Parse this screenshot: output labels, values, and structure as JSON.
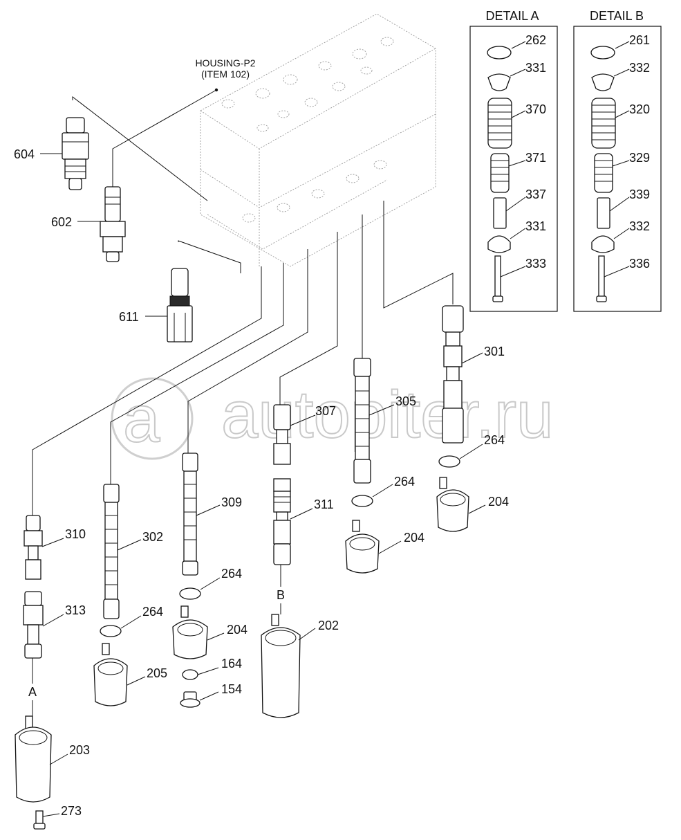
{
  "housing": {
    "line1": "HOUSING-P2",
    "line2": "(ITEM 102)"
  },
  "watermark": {
    "text": "autopiter.ru",
    "mark": "a"
  },
  "detail_a": {
    "title": "DETAIL A",
    "items": [
      "262",
      "331",
      "370",
      "371",
      "337",
      "331",
      "333"
    ]
  },
  "detail_b": {
    "title": "DETAIL B",
    "items": [
      "261",
      "332",
      "320",
      "329",
      "339",
      "332",
      "336"
    ]
  },
  "callouts": {
    "p604": "604",
    "p602": "602",
    "p611": "611",
    "p301": "301",
    "p305": "305",
    "p307": "307",
    "p309": "309",
    "p310": "310",
    "p302": "302",
    "p311": "311",
    "p313": "313",
    "p264a": "264",
    "p264b": "264",
    "p264c": "264",
    "p264d": "264",
    "p204a": "204",
    "p204b": "204",
    "p204c": "204",
    "p202": "202",
    "p205": "205",
    "p203": "203",
    "p164": "164",
    "p154": "154",
    "p273": "273"
  },
  "section_marks": {
    "a": "A",
    "b": "B"
  }
}
